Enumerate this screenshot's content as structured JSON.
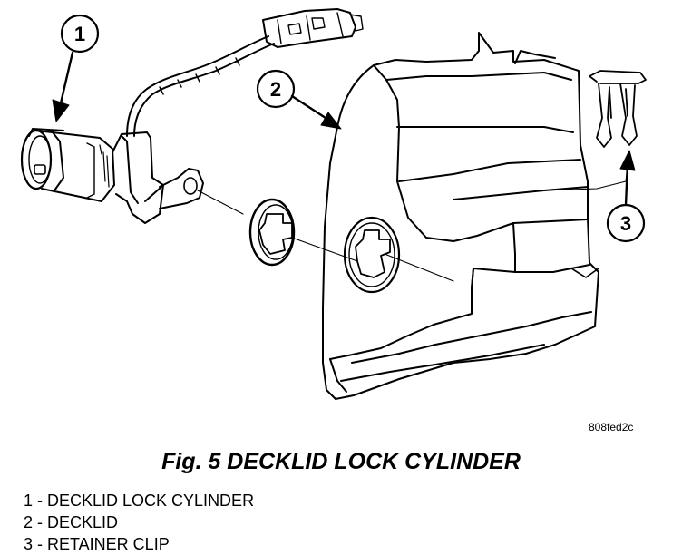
{
  "figure": {
    "code": "808fed2c",
    "caption": "Fig. 5 DECKLID LOCK CYLINDER"
  },
  "callouts": [
    {
      "number": "1",
      "part": "DECKLID LOCK CYLINDER"
    },
    {
      "number": "2",
      "part": "DECKLID"
    },
    {
      "number": "3",
      "part": "RETAINER CLIP"
    }
  ],
  "legend": [
    "1 - DECKLID LOCK CYLINDER",
    "2 - DECKLID",
    "3 - RETAINER CLIP"
  ],
  "colors": {
    "line": "#000000",
    "background": "#ffffff"
  }
}
